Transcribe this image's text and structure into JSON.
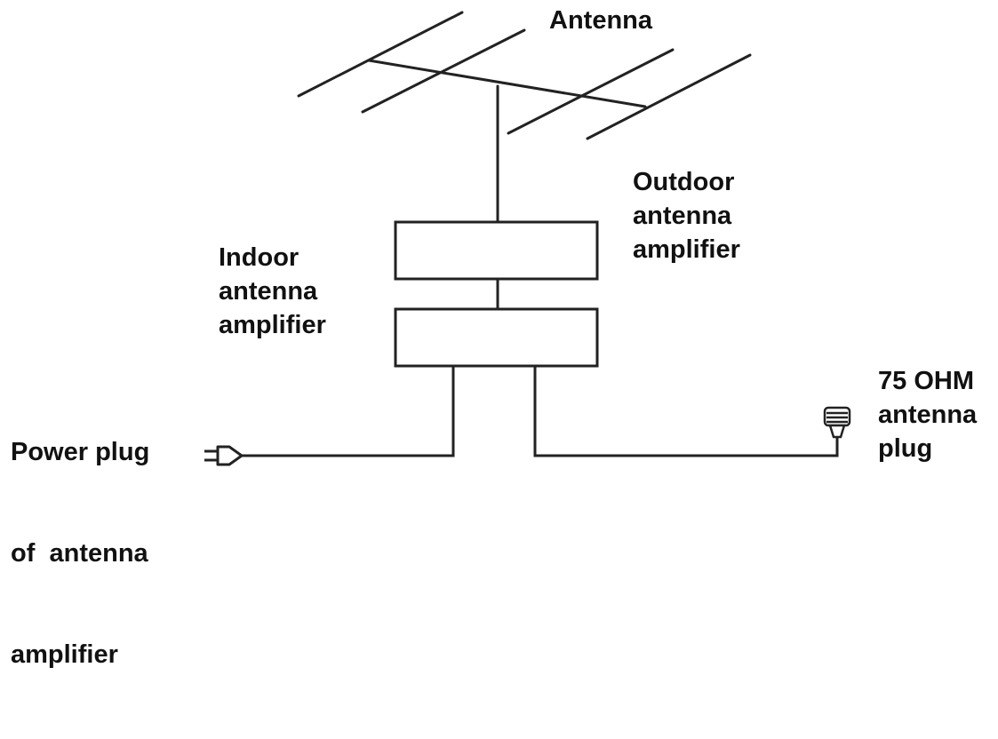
{
  "labels": {
    "antenna": "Antenna",
    "outdoor": [
      "Outdoor",
      "antenna",
      "amplifier"
    ],
    "indoor": [
      "Indoor",
      "antenna",
      "amplifier"
    ],
    "power_plug": [
      "Power plug",
      "of  antenna",
      "amplifier"
    ],
    "ohm_plug": [
      "75 OHM",
      "antenna",
      "plug"
    ]
  },
  "colors": {
    "line": "#222222",
    "text": "#111111",
    "background": "#ffffff"
  }
}
